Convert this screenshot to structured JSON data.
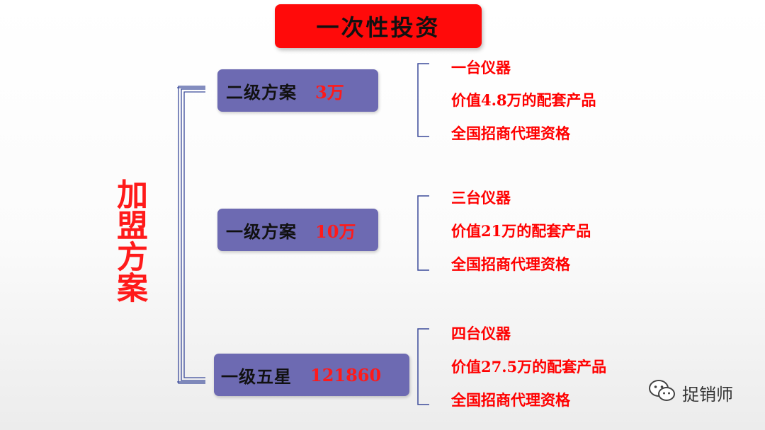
{
  "title": "一次性投资",
  "side_label": "加盟方案",
  "plans": [
    {
      "name": "二级方案",
      "price": "3万",
      "benefits": [
        "一台仪器",
        "价值4.8万的配套产品",
        "全国招商代理资格"
      ]
    },
    {
      "name": "一级方案",
      "price": "10万",
      "benefits": [
        "三台仪器",
        "价值21万的配套产品",
        "全国招商代理资格"
      ]
    },
    {
      "name": "一级五星",
      "price": "121860",
      "benefits": [
        "四台仪器",
        "价值27.5万的配套产品",
        "全国招商代理资格"
      ]
    }
  ],
  "watermark": {
    "text": "捉销师",
    "icon": "wechat-icon"
  },
  "colors": {
    "accent_red": "#ff0a0a",
    "plan_box": "#6d6ab2",
    "connector": "#3b4a9a"
  }
}
